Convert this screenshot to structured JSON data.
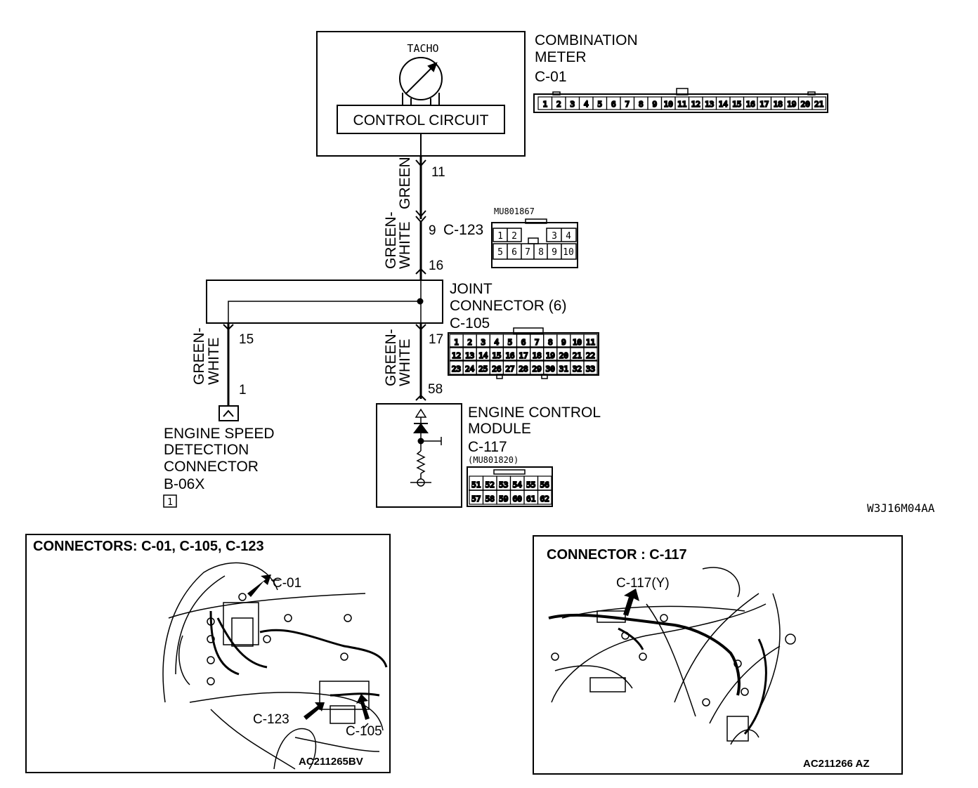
{
  "meter": {
    "gauge_label": "TACHO",
    "circuit_label": "CONTROL CIRCUIT",
    "name_line1": "COMBINATION",
    "name_line2": "METER",
    "connector": "C-01",
    "pins": [
      "1",
      "2",
      "3",
      "4",
      "5",
      "6",
      "7",
      "8",
      "9",
      "10",
      "11",
      "12",
      "13",
      "14",
      "15",
      "16",
      "17",
      "18",
      "19",
      "20",
      "21"
    ]
  },
  "wires": {
    "w1_color": "GREEN",
    "w2_color_line1": "GREEN-",
    "w2_color_line2": "WHITE",
    "w3_color_line1": "GREEN-",
    "w3_color_line2": "WHITE",
    "w4_color_line1": "GREEN-",
    "w4_color_line2": "WHITE"
  },
  "pins_on_wires": {
    "p11": "11",
    "p9": "9",
    "p16": "16",
    "p15": "15",
    "p17": "17",
    "p1": "1",
    "p58": "58"
  },
  "c123": {
    "connector": "C-123",
    "part": "MU801867",
    "row1": [
      "1",
      "2",
      "3",
      "4"
    ],
    "row2": [
      "5",
      "6",
      "7",
      "8",
      "9",
      "10"
    ]
  },
  "joint": {
    "name_line1": "JOINT",
    "name_line2": "CONNECTOR (6)",
    "connector": "C-105",
    "row1": [
      "1",
      "2",
      "3",
      "4",
      "5",
      "6",
      "7",
      "8",
      "9",
      "10",
      "11"
    ],
    "row2": [
      "12",
      "13",
      "14",
      "15",
      "16",
      "17",
      "18",
      "19",
      "20",
      "21",
      "22"
    ],
    "row3": [
      "23",
      "24",
      "25",
      "26",
      "27",
      "28",
      "29",
      "30",
      "31",
      "32",
      "33"
    ]
  },
  "esd": {
    "name_line1": "ENGINE SPEED",
    "name_line2": "DETECTION",
    "name_line3": "CONNECTOR",
    "connector": "B-06X",
    "badge": "1"
  },
  "ecm": {
    "name_line1": "ENGINE CONTROL",
    "name_line2": "MODULE",
    "connector": "C-117",
    "part": "(MU801820)",
    "row1": [
      "51",
      "52",
      "53",
      "54",
      "55",
      "56"
    ],
    "row2": [
      "57",
      "58",
      "59",
      "60",
      "61",
      "62"
    ]
  },
  "figure_code": "W3J16M04AA",
  "panel_left": {
    "title": "CONNECTORS: C-01, C-105, C-123",
    "callout_c01": "C-01",
    "callout_c123": "C-123",
    "callout_c105": "C-105",
    "code": "AC211265BV"
  },
  "panel_right": {
    "title": "CONNECTOR : C-117",
    "callout": "C-117(Y)",
    "code": "AC211266 AZ"
  }
}
